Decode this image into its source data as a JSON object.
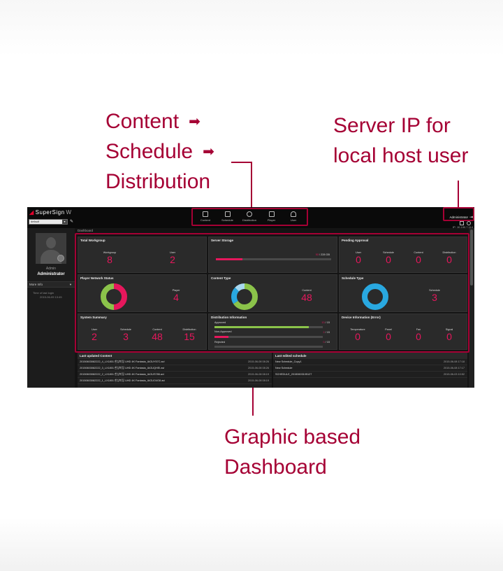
{
  "callouts": {
    "menus": [
      "Content",
      "Schedule",
      "Distribution"
    ],
    "server_ip_lines": [
      "Server IP for",
      "local host user"
    ],
    "dashboard_lines": [
      "Graphic based",
      "Dashboard"
    ],
    "arrow": "➡"
  },
  "app": {
    "logo": "SuperSign",
    "version": "W",
    "group_select_value": "default",
    "nav": [
      "Content",
      "Schedule",
      "Distribution",
      "Player",
      "User"
    ],
    "admin_name": "Administrator",
    "ip": "IP: 10.190.7.114"
  },
  "sidebar": {
    "role": "Admin",
    "user": "Administrator",
    "more_info": "More Info",
    "last_login_label": "Time of last login",
    "last_login_value": "2015-06-09 13:45"
  },
  "dashboard": {
    "title": "Dashboard",
    "total_workgroup": {
      "title": "Total Workgroup",
      "items": [
        {
          "label": "Workgroup",
          "value": "8"
        },
        {
          "label": "User",
          "value": "2"
        }
      ]
    },
    "server_storage": {
      "title": "Server Storage",
      "used": "53",
      "total": "/ 228 GB",
      "fraction": 0.23
    },
    "pending_approval": {
      "title": "Pending Approval",
      "items": [
        {
          "label": "User",
          "value": "0"
        },
        {
          "label": "Schedule",
          "value": "0"
        },
        {
          "label": "Content",
          "value": "0"
        },
        {
          "label": "Distribution",
          "value": "0"
        }
      ]
    },
    "player_network_status": {
      "title": "Player Network Status",
      "label": "Player",
      "value": "4"
    },
    "content_type": {
      "title": "Content Type",
      "label": "Content",
      "value": "48"
    },
    "schedule_type": {
      "title": "Schedule Type",
      "label": "Schedule",
      "value": "3"
    },
    "system_summary": {
      "title": "System Summary",
      "items": [
        {
          "label": "User",
          "value": "2"
        },
        {
          "label": "Schedule",
          "value": "3"
        },
        {
          "label": "Content",
          "value": "48"
        },
        {
          "label": "Distribution",
          "value": "15"
        }
      ]
    },
    "distribution_information": {
      "title": "Distribution Information",
      "rows": [
        {
          "label": "Approved",
          "count": "13",
          "total": "/ 15",
          "fraction": 0.87,
          "color": "#8bc34a"
        },
        {
          "label": "Non-Approved",
          "count": "2",
          "total": "/ 15",
          "fraction": 0.13,
          "color": "#e6175c"
        },
        {
          "label": "Rejected",
          "count": "0",
          "total": "/ 15",
          "fraction": 0.0,
          "color": "#e6175c"
        }
      ]
    },
    "device_information": {
      "title": "Device Information (Error)",
      "items": [
        {
          "label": "Temperature",
          "value": "0"
        },
        {
          "label": "Panel",
          "value": "0"
        },
        {
          "label": "Fan",
          "value": "0"
        },
        {
          "label": "Signal",
          "value": "0"
        }
      ]
    }
  },
  "last_updated_content": {
    "title": "Last updated Content",
    "rows": [
      {
        "name": "20150603082222_4_LX1801 한상미팅 UHD 4K Fantasia_IAGUY57C.avi",
        "date": "2015-06-08 08:26"
      },
      {
        "name": "20150603082222_3_LX1801 한상미팅 UHD 4K Fantasia_IAGUQHEI.avi",
        "date": "2015-06-08 08:26"
      },
      {
        "name": "20150603082222_2_LX1801 한상미팅 UHD 4K Fantasia_IAGUS786.avi",
        "date": "2015-06-08 08:19"
      },
      {
        "name": "20150603082222_1_LX1801 한상미팅 UHD 4K Fantasia_IAGUO4G8.avi",
        "date": "2015-06-08 08:19"
      }
    ]
  },
  "last_edited_schedule": {
    "title": "Last edited schedule",
    "rows": [
      {
        "name": "New Schedule_Copy1",
        "date": "2015-06-08 17:18"
      },
      {
        "name": "New Schedule",
        "date": "2015-06-08 17:17"
      },
      {
        "name": "SCHEDULE_20150603105127",
        "date": "2015-06-03 10:52"
      }
    ]
  },
  "colors": {
    "accent": "#a50034",
    "value_pink": "#e6175c",
    "donut_green": "#8bc34a",
    "donut_red": "#e6175c",
    "donut_blue": "#29a8e0",
    "donut_light_blue": "#a9d8f0"
  }
}
